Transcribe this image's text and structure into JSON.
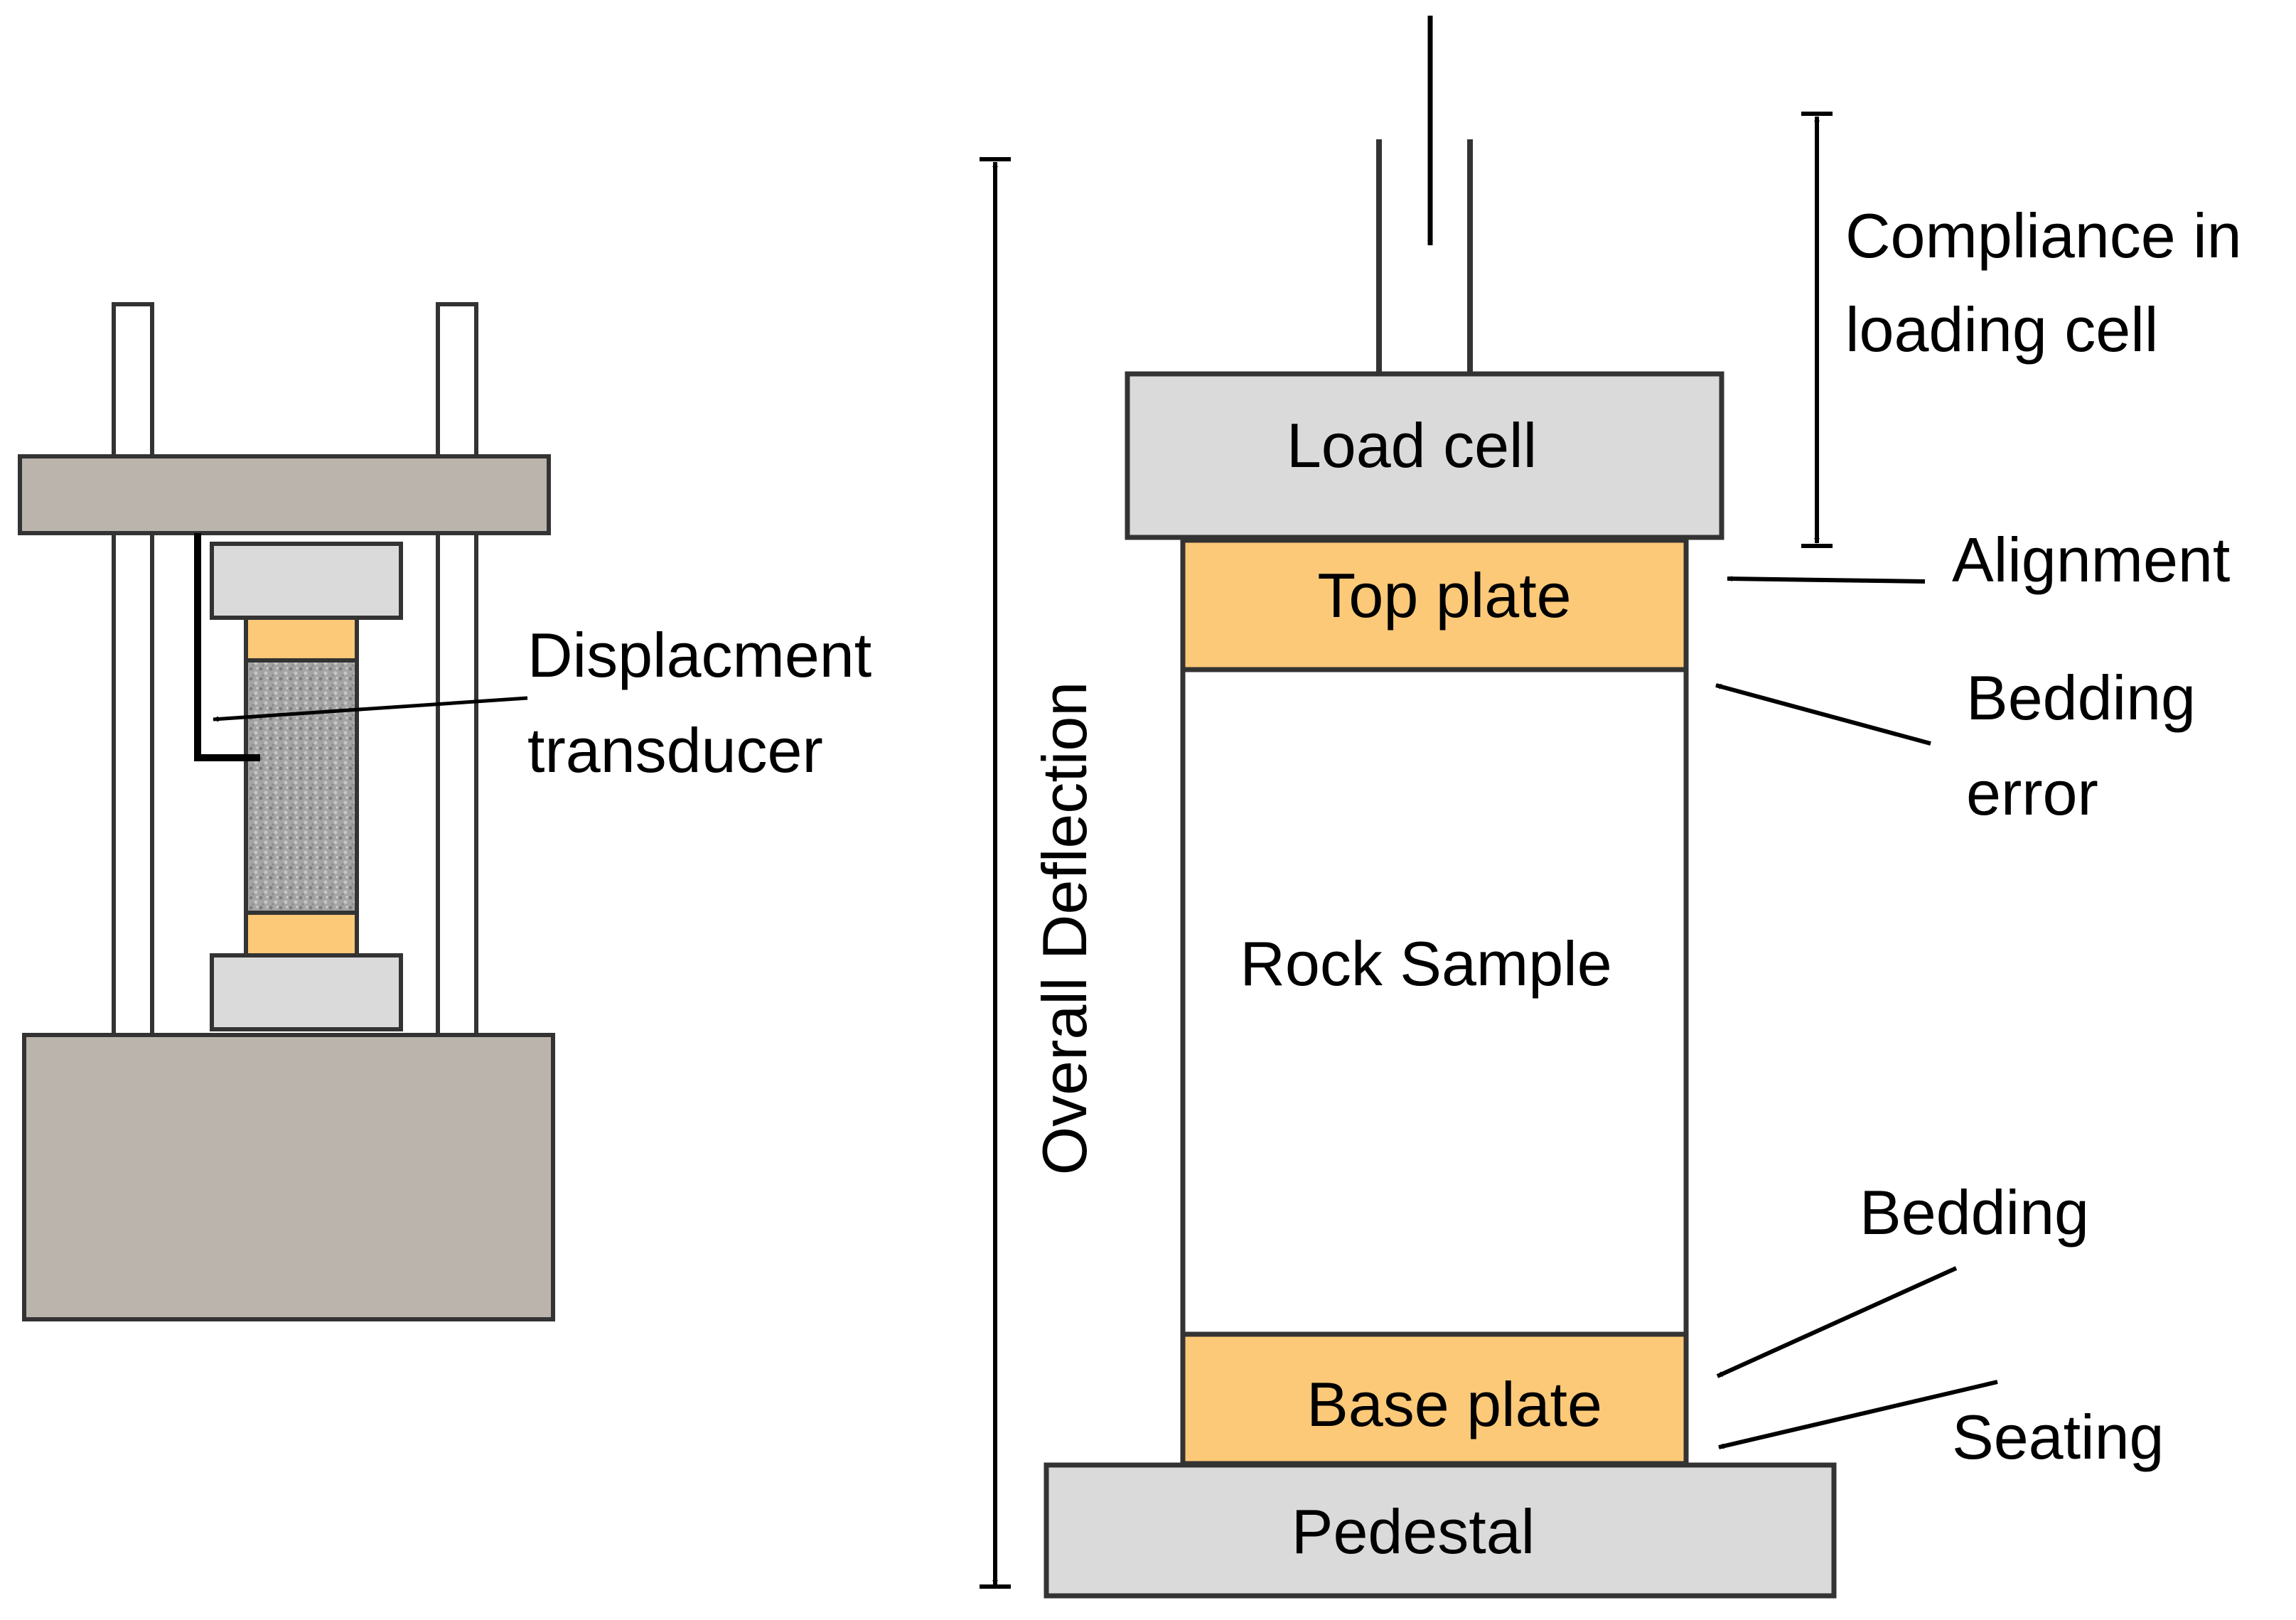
{
  "colors": {
    "frame_gray": "#bab4ac",
    "plate_gray": "#dadada",
    "plate_orange": "#fcc978",
    "rock_gray": "#9a9a9a",
    "outline": "#333333",
    "line": "#000000",
    "background": "#ffffff"
  },
  "left_setup": {
    "transducer_label_line1": "Displacment",
    "transducer_label_line2": "transducer"
  },
  "right_setup": {
    "load_cell": "Load cell",
    "top_plate": "Top plate",
    "rock_sample": "Rock Sample",
    "base_plate": "Base plate",
    "pedestal": "Pedestal",
    "overall_deflection": "Overall Deflection",
    "compliance_line1": "Compliance in",
    "compliance_line2": "loading cell",
    "alignment": "Alignment",
    "bedding_error_line1": "Bedding",
    "bedding_error_line2": "error",
    "bedding": "Bedding",
    "seating": "Seating"
  }
}
